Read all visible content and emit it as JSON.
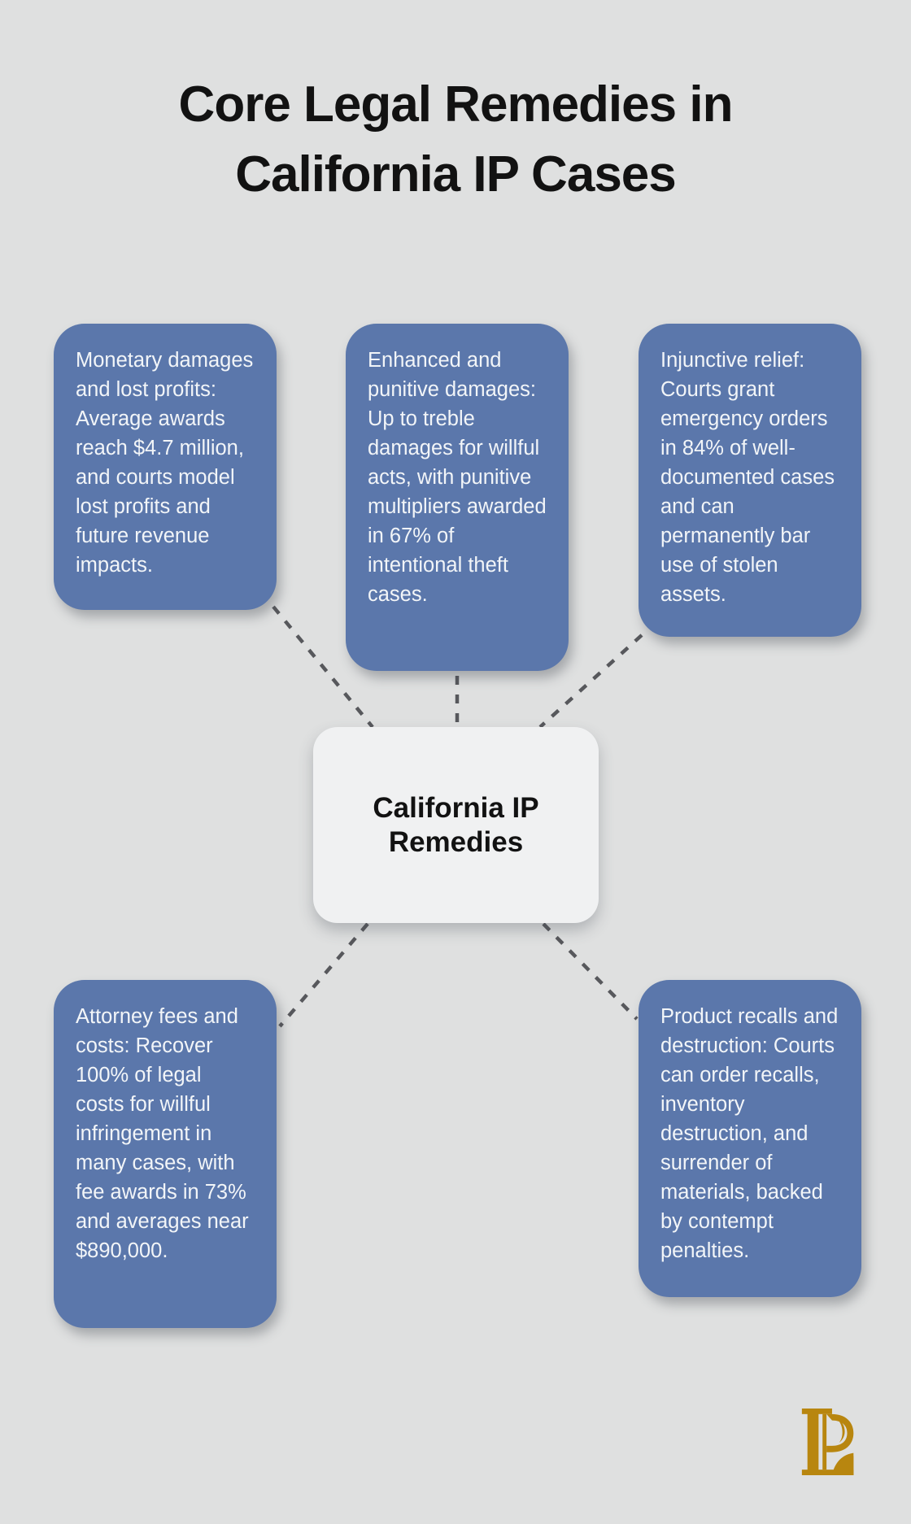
{
  "title": {
    "line1": "Core Legal Remedies in",
    "line2": "California IP Cases"
  },
  "center_node": {
    "label": "California IP Remedies"
  },
  "nodes": [
    {
      "id": "monetary-damages",
      "text": "Monetary damages and lost profits: Average awards reach $4.7 million, and courts model lost profits and future revenue impacts."
    },
    {
      "id": "enhanced-punitive-damages",
      "text": "Enhanced and punitive damages: Up to treble damages for willful acts, with punitive multipliers awarded in 67% of intentional theft cases."
    },
    {
      "id": "injunctive-relief",
      "text": "Injunctive relief: Courts grant emergency orders in 84% of well-documented cases and can permanently bar use of stolen assets."
    },
    {
      "id": "attorney-fees-costs",
      "text": "Attorney fees and costs: Recover 100% of legal costs for willful infringement in many cases, with fee awards in 73% and averages near $890,000."
    },
    {
      "id": "product-recalls-destruction",
      "text": "Product recalls and destruction: Courts can order recalls, inventory destruction, and surrender of materials, backed by contempt penalties."
    }
  ],
  "logo": {
    "name": "LP monogram"
  },
  "colors": {
    "background": "#dfe0e0",
    "node_fill": "#5b77ab",
    "node_text": "#f2f5f8",
    "center_fill": "#f0f1f2",
    "title_text": "#121212",
    "connector": "#57585c",
    "logo_gold": "#b8860f"
  }
}
